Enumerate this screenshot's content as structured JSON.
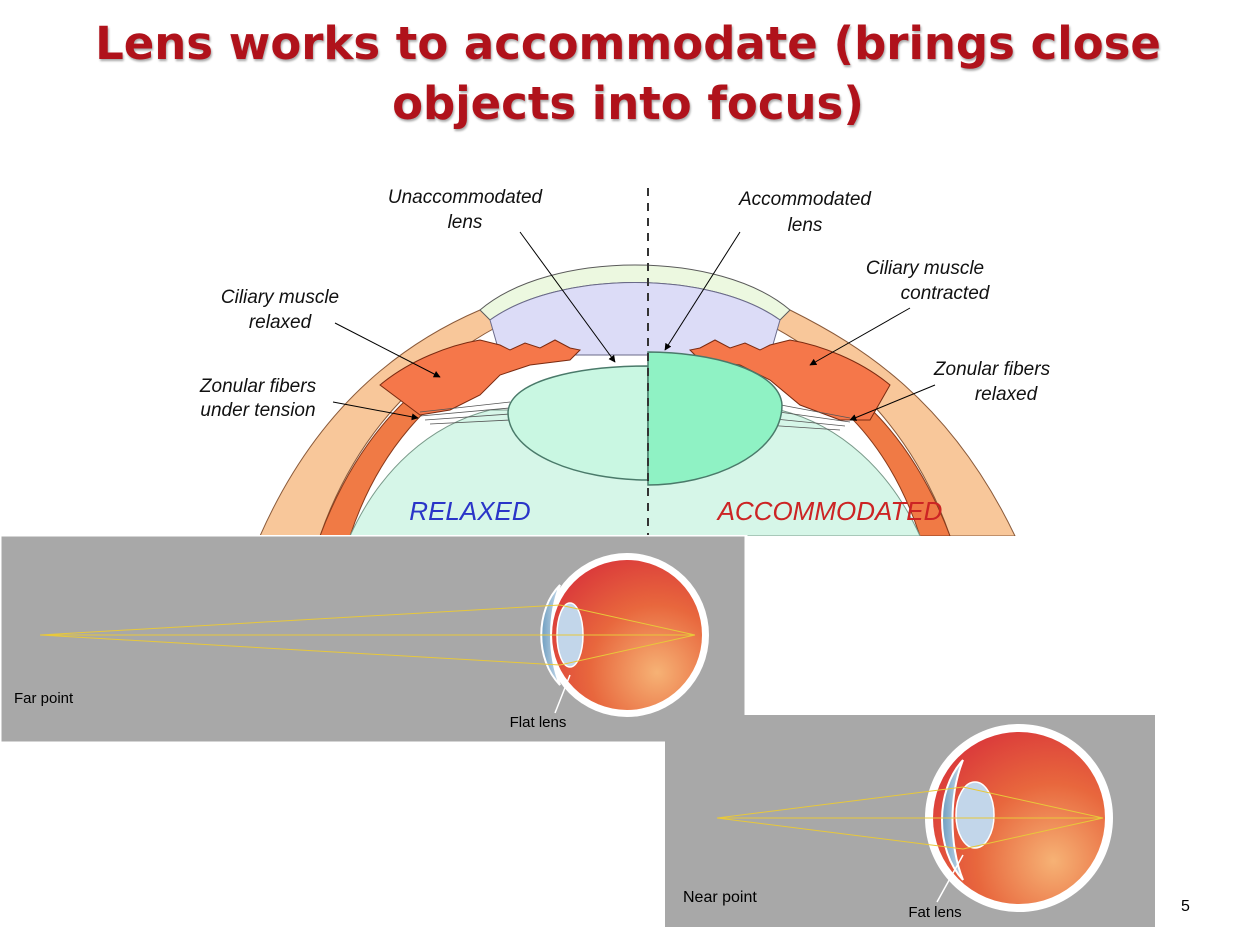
{
  "slide": {
    "title_line1": "Lens works to accommodate (brings close",
    "title_line2": "objects into focus)",
    "page_number": "5"
  },
  "top_diagram": {
    "label_unaccommodated_1": "Unaccommodated",
    "label_unaccommodated_2": "lens",
    "label_accommodated_1": "Accommodated",
    "label_accommodated_2": "lens",
    "label_ciliary_relaxed_1": "Ciliary muscle",
    "label_ciliary_relaxed_2": "relaxed",
    "label_ciliary_contracted_1": "Ciliary muscle",
    "label_ciliary_contracted_2": "contracted",
    "label_zonular_tension_1": "Zonular fibers",
    "label_zonular_tension_2": "under tension",
    "label_zonular_relaxed_1": "Zonular fibers",
    "label_zonular_relaxed_2": "relaxed",
    "state_left": "RELAXED",
    "state_right": "ACCOMMODATED",
    "colors": {
      "relaxed": "#2a35c8",
      "accommodated": "#cc2424",
      "lens_relaxed": "#c9f7e2",
      "lens_accommodated": "#8ff2c4"
    }
  },
  "far_panel": {
    "point_label": "Far point",
    "lens_label": "Flat lens"
  },
  "near_panel": {
    "point_label": "Near point",
    "lens_label": "Fat lens"
  }
}
